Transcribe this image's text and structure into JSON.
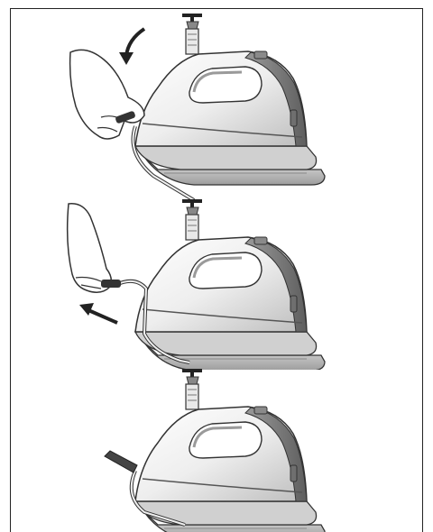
{
  "document": {
    "type": "instruction-illustration",
    "steps": [
      {
        "illustration": "iron-on-base-lock-handle-pressed-down",
        "motion": "curved-arrow-rotate-down"
      },
      {
        "illustration": "iron-on-base-lock-handle-pulled-out",
        "motion": "straight-arrow-pull-left"
      },
      {
        "illustration": "iron-on-base-lock-released",
        "motion": "none"
      }
    ],
    "colors": {
      "outline": "#333333",
      "body_light": "#f2f2f2",
      "body_mid": "#c9c9c9",
      "body_dark": "#7a7a7a",
      "frame": "#222222"
    }
  }
}
